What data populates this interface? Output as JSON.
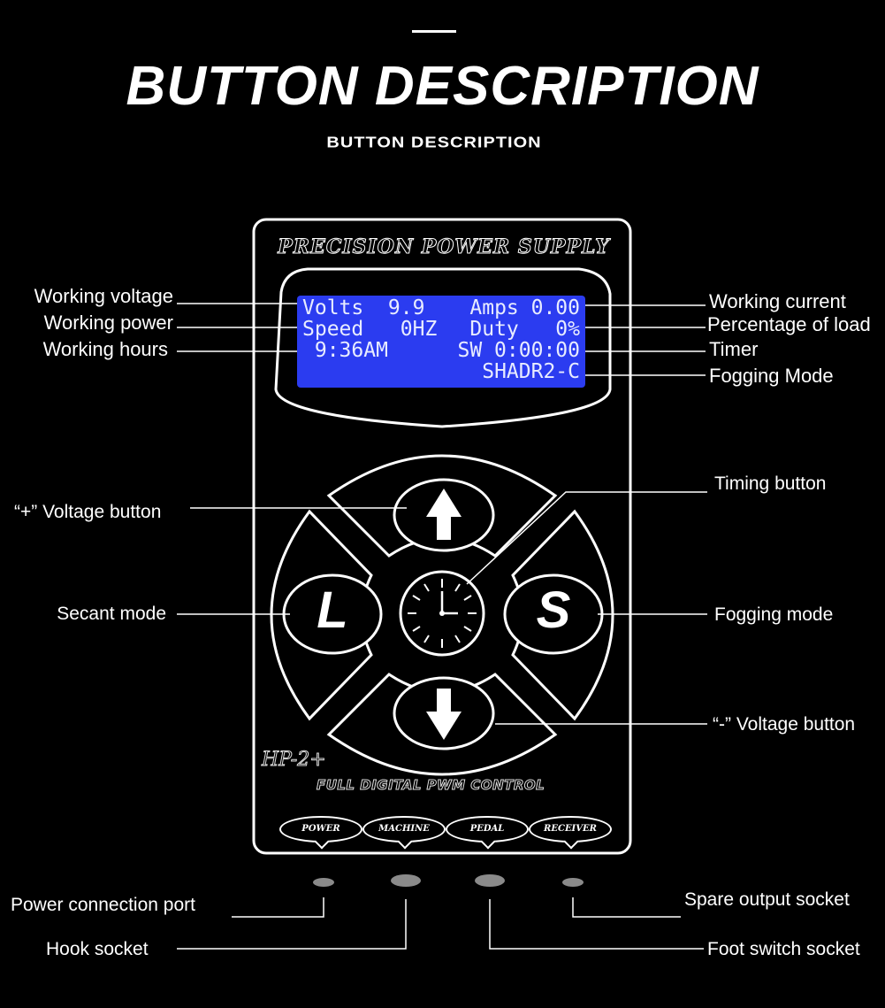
{
  "header": {
    "title": "BUTTON DESCRIPTION",
    "subtitle": "BUTTON DESCRIPTION"
  },
  "device": {
    "brand": "PRECISION POWER SUPPLY",
    "model": "HP-2+",
    "control_text": "FULL DIGITAL PWM CONTROL",
    "lcd": {
      "row1_left": "Volts  9.9",
      "row1_right": "Amps 0.00",
      "row2_left": "Speed   0HZ",
      "row2_right": "Duty   0%",
      "row3_left": " 9:36AM",
      "row3_right": "SW 0:00:00",
      "row4": "SHADR2-C"
    },
    "buttons": {
      "left": "L",
      "right": "S"
    },
    "sockets": [
      "POWER",
      "MACHINE",
      "PEDAL",
      "RECEIVER"
    ]
  },
  "labels": {
    "working_voltage": "Working voltage",
    "working_power": "Working power",
    "working_hours": "Working hours",
    "working_current": "Working current",
    "percentage_of_load": "Percentage of load",
    "timer": "Timer",
    "fogging_mode_lcd": "Fogging Mode",
    "plus_voltage": "“+” Voltage button",
    "timing_button": "Timing button",
    "secant_mode": "Secant mode",
    "fogging_mode": "Fogging mode",
    "minus_voltage": "“-” Voltage button",
    "power_port": "Power connection port",
    "hook_socket": "Hook socket",
    "spare_output": "Spare output socket",
    "foot_switch": "Foot switch socket"
  },
  "colors": {
    "lcd_background": "#2b3cf0",
    "panel_line": "#ffffff",
    "background": "#000000"
  }
}
